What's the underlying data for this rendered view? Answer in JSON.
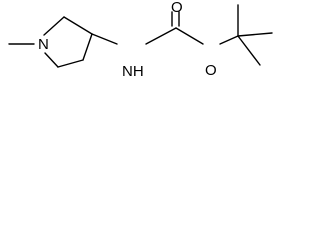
{
  "molecule": {
    "atoms": {
      "nitrogen_ring": "N",
      "nitrogen_amide": "NH",
      "oxygen_carbonyl": "O",
      "oxygen_ester": "O"
    },
    "colors": {
      "line": "#000000",
      "background": "#ffffff"
    }
  }
}
